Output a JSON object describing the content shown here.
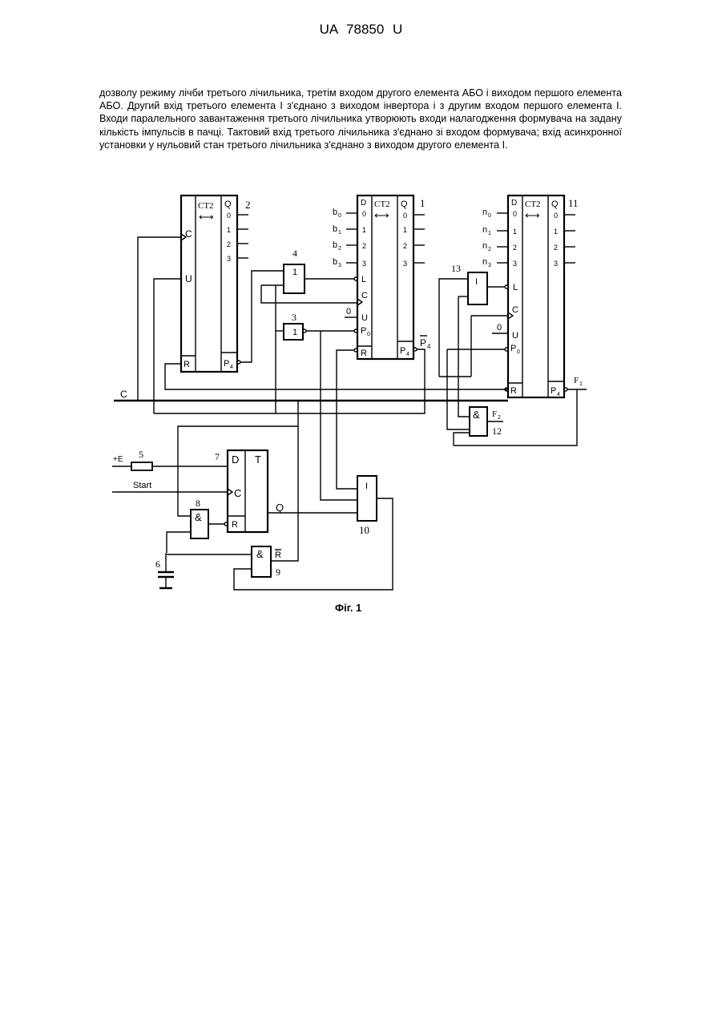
{
  "header": {
    "patent": "UA   78850   U"
  },
  "paragraph": "дозволу режиму лічби третього лічильника, третім входом другого елемента АБО і виходом першого елемента АБО. Другий вхід третього елемента І з'єднано з виходом інвертора і з другим входом першого елемента І. Входи паралельного завантаження третього лічильника утворюють входи налагодження формувача на задану кількість імпульсів в пачці. Тактовий вхід третього лічильника з'єднано зі входом формувача; вхід асинхронної установки у нульовий стан третього лічильника з'єднано з виходом другого елемента І.",
  "caption": "Фіг. 1",
  "diagram": {
    "counter_title": "CT2",
    "arrow": "⟷",
    "q": "Q",
    "d": "D",
    "c": "C",
    "u": "U",
    "l": "L",
    "r": "R",
    "p0": "P",
    "p0_sub": "0",
    "p4": "P",
    "p4_sub": "4",
    "p4_bar": "P",
    "bits": [
      "0",
      "1",
      "2",
      "3"
    ],
    "b_inputs": [
      "b",
      "b",
      "b",
      "b"
    ],
    "n_inputs": [
      "n",
      "n",
      "n",
      "n"
    ],
    "sub": [
      "0",
      "1",
      "2",
      "3"
    ],
    "zero": "0",
    "num_2": "2",
    "num_1": "1",
    "num_11": "11",
    "num_4": "4",
    "num_3": "3",
    "num_13": "13",
    "num_12": "12",
    "num_10": "10",
    "num_9": "9",
    "num_8": "8",
    "num_7": "7",
    "num_6": "6",
    "num_5": "5",
    "or_sym": "1",
    "and_sym": "I",
    "amp": "&",
    "T": "T",
    "Q_out": "Q",
    "R_bar": "R",
    "F1": "F",
    "F1_sub": "1",
    "F2": "F",
    "F2_sub": "2",
    "C_line": "C",
    "plusE": "+E",
    "start": "Start"
  }
}
